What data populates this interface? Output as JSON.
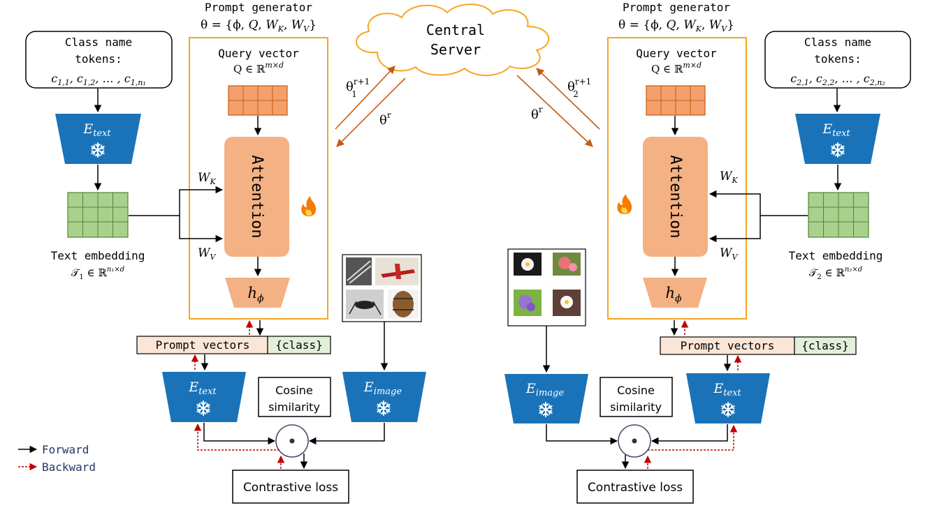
{
  "colors": {
    "encoder": "#1a73b8",
    "attention": "#f4b183",
    "grid_query": "#f4a06c",
    "grid_embed": "#a9d18e",
    "prompt_vec": "#fbe5d6",
    "class_tag": "#e2f0d9",
    "frame": "#f5a623",
    "arrow_server": "#c55a11",
    "backward": "#c00000"
  },
  "server": {
    "line1": "Central",
    "line2": "Server"
  },
  "server_arrows": {
    "left_up": "θ",
    "left_up_sup": "r+1",
    "left_up_sub": "1",
    "left_down": "θ",
    "left_down_sup": "r",
    "right_up": "θ",
    "right_up_sup": "r+1",
    "right_up_sub": "2",
    "right_down": "θ",
    "right_down_sup": "r"
  },
  "clients": [
    {
      "id": "client1",
      "prompt_generator": "Prompt generator",
      "theta": "θ = {ϕ, Q, W_K, W_V}",
      "query_vector": "Query vector",
      "query_dim": "Q ∈ ℝ^{m×d}",
      "attention": "Attention",
      "head": "h",
      "head_sub": "ϕ",
      "wk": "W_K",
      "wv": "W_V",
      "class_name_tokens": "Class name",
      "class_name_tokens2": "tokens:",
      "tokens": "c_{1,1}, c_{1,2}, … , c_{1,n_1}",
      "text_encoder": "E",
      "text_encoder_sub": "text",
      "text_embedding": "Text embedding",
      "text_embedding_dim": "𝒯₁ ∈ ℝ^{n₁×d}",
      "prompt_vectors": "Prompt vectors",
      "class_tag": "{class}",
      "text_encoder2_sub": "text",
      "image_encoder_sub": "image",
      "cosine1": "Cosine",
      "cosine2": "similarity",
      "loss": "Contrastive loss"
    },
    {
      "id": "client2",
      "prompt_generator": "Prompt generator",
      "theta": "θ = {ϕ, Q, W_K, W_V}",
      "query_vector": "Query vector",
      "query_dim": "Q ∈ ℝ^{m×d}",
      "attention": "Attention",
      "head": "h",
      "head_sub": "ϕ",
      "wk": "W_K",
      "wv": "W_V",
      "class_name_tokens": "Class name",
      "class_name_tokens2": "tokens:",
      "tokens": "c_{2,1}, c_{2,2}, … , c_{2,n_2}",
      "text_encoder": "E",
      "text_encoder_sub": "text",
      "text_embedding": "Text embedding",
      "text_embedding_dim": "𝒯₂ ∈ ℝ^{n₂×d}",
      "prompt_vectors": "Prompt vectors",
      "class_tag": "{class}",
      "text_encoder2_sub": "text",
      "image_encoder_sub": "image",
      "cosine1": "Cosine",
      "cosine2": "similarity",
      "loss": "Contrastive loss"
    }
  ],
  "legend": {
    "forward": "Forward",
    "backward": "Backward"
  },
  "icons": [
    "snowflake-icon",
    "fire-icon"
  ]
}
